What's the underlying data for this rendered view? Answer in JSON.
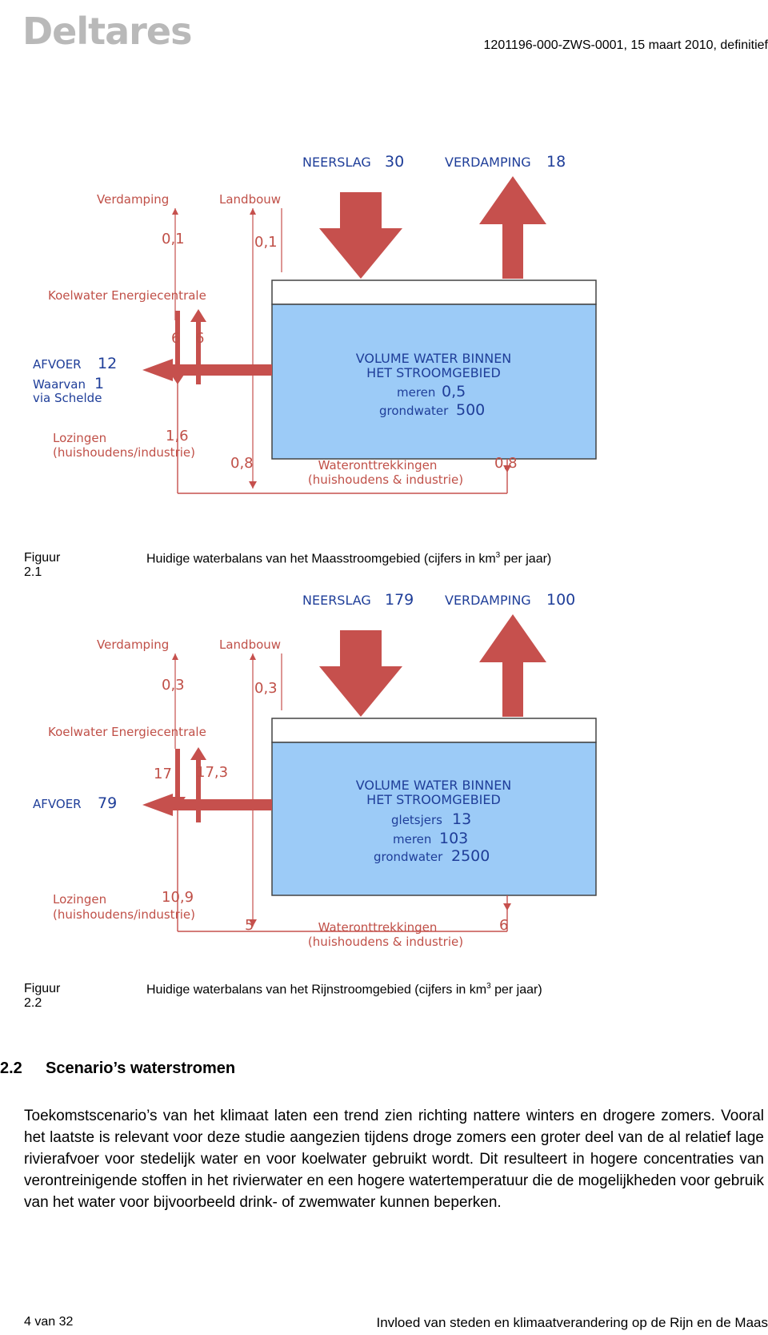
{
  "header": {
    "logo": "Deltares",
    "docref": "1201196-000-ZWS-0001, 15 maart 2010, definitief"
  },
  "colors": {
    "arrow": "#c6504d",
    "water": "#9ccbf7",
    "label": "#1f3e99",
    "label_red": "#c05048"
  },
  "figure1": {
    "neerslag_label": "NEERSLAG",
    "neerslag_value": "30",
    "verdamping_label": "VERDAMPING",
    "verdamping_value": "18",
    "verdamping_small": "Verdamping",
    "verdamping_small_value": "0,1",
    "landbouw": "Landbouw",
    "landbouw_value": "0,1",
    "koelwater": "Koelwater Energiecentrale",
    "koelwater_in": "6",
    "koelwater_out": "6",
    "afvoer_label": "AFVOER",
    "afvoer_value": "12",
    "waarvan_label": "Waarvan",
    "waarvan_value": "1",
    "via_schelde": "via Schelde",
    "volume_line1": "VOLUME WATER BINNEN",
    "volume_line2": "HET STROOMGEBIED",
    "stocks": [
      {
        "label": "meren",
        "value": "0,5"
      },
      {
        "label": "grondwater",
        "value": "500"
      }
    ],
    "lozingen_line1": "Lozingen",
    "lozingen_line2": "(huishoudens/industrie)",
    "lozingen_value": "1,6",
    "onttrekking_left": "0,8",
    "onttrekking_line1": "Wateronttrekkingen",
    "onttrekking_line2": "(huishoudens & industrie)",
    "onttrekking_right": "0,8"
  },
  "caption1": {
    "number": "Figuur 2.1",
    "text_before": "Huidige waterbalans van het Maasstroomgebied (cijfers in km",
    "sup": "3",
    "text_after": " per jaar)"
  },
  "figure2": {
    "neerslag_label": "NEERSLAG",
    "neerslag_value": "179",
    "verdamping_label": "VERDAMPING",
    "verdamping_value": "100",
    "verdamping_small": "Verdamping",
    "verdamping_small_value": "0,3",
    "landbouw": "Landbouw",
    "landbouw_value": "0,3",
    "koelwater": "Koelwater Energiecentrale",
    "koelwater_in": "17",
    "koelwater_out": "17,3",
    "afvoer_label": "AFVOER",
    "afvoer_value": "79",
    "volume_line1": "VOLUME WATER BINNEN",
    "volume_line2": "HET STROOMGEBIED",
    "stocks": [
      {
        "label": "gletsjers",
        "value": "13"
      },
      {
        "label": "meren",
        "value": "103"
      },
      {
        "label": "grondwater",
        "value": "2500"
      }
    ],
    "lozingen_line1": "Lozingen",
    "lozingen_line2": "(huishoudens/industrie)",
    "lozingen_value": "10,9",
    "onttrekking_left": "5",
    "onttrekking_line1": "Wateronttrekkingen",
    "onttrekking_line2": "(huishoudens & industrie)",
    "onttrekking_right": "6"
  },
  "caption2": {
    "number": "Figuur 2.2",
    "text_before": "Huidige waterbalans van het Rijnstroomgebied (cijfers in km",
    "sup": "3",
    "text_after": " per jaar)"
  },
  "section": {
    "number": "2.2",
    "title": "Scenario’s waterstromen",
    "paragraph": "Toekomstscenario’s van het klimaat laten een trend zien richting nattere winters en drogere zomers. Vooral het laatste is relevant voor deze studie aangezien tijdens droge zomers een groter deel van de al relatief lage rivierafvoer voor stedelijk water en voor koelwater gebruikt wordt. Dit resulteert in hogere concentraties van verontreinigende stoffen in het rivierwater en een hogere watertemperatuur die de mogelijkheden voor gebruik van het water voor bijvoorbeeld drink- of zwemwater kunnen beperken."
  },
  "footer": {
    "page": "4 van 32",
    "title": "Invloed van steden en klimaatverandering op de Rijn en de Maas"
  }
}
